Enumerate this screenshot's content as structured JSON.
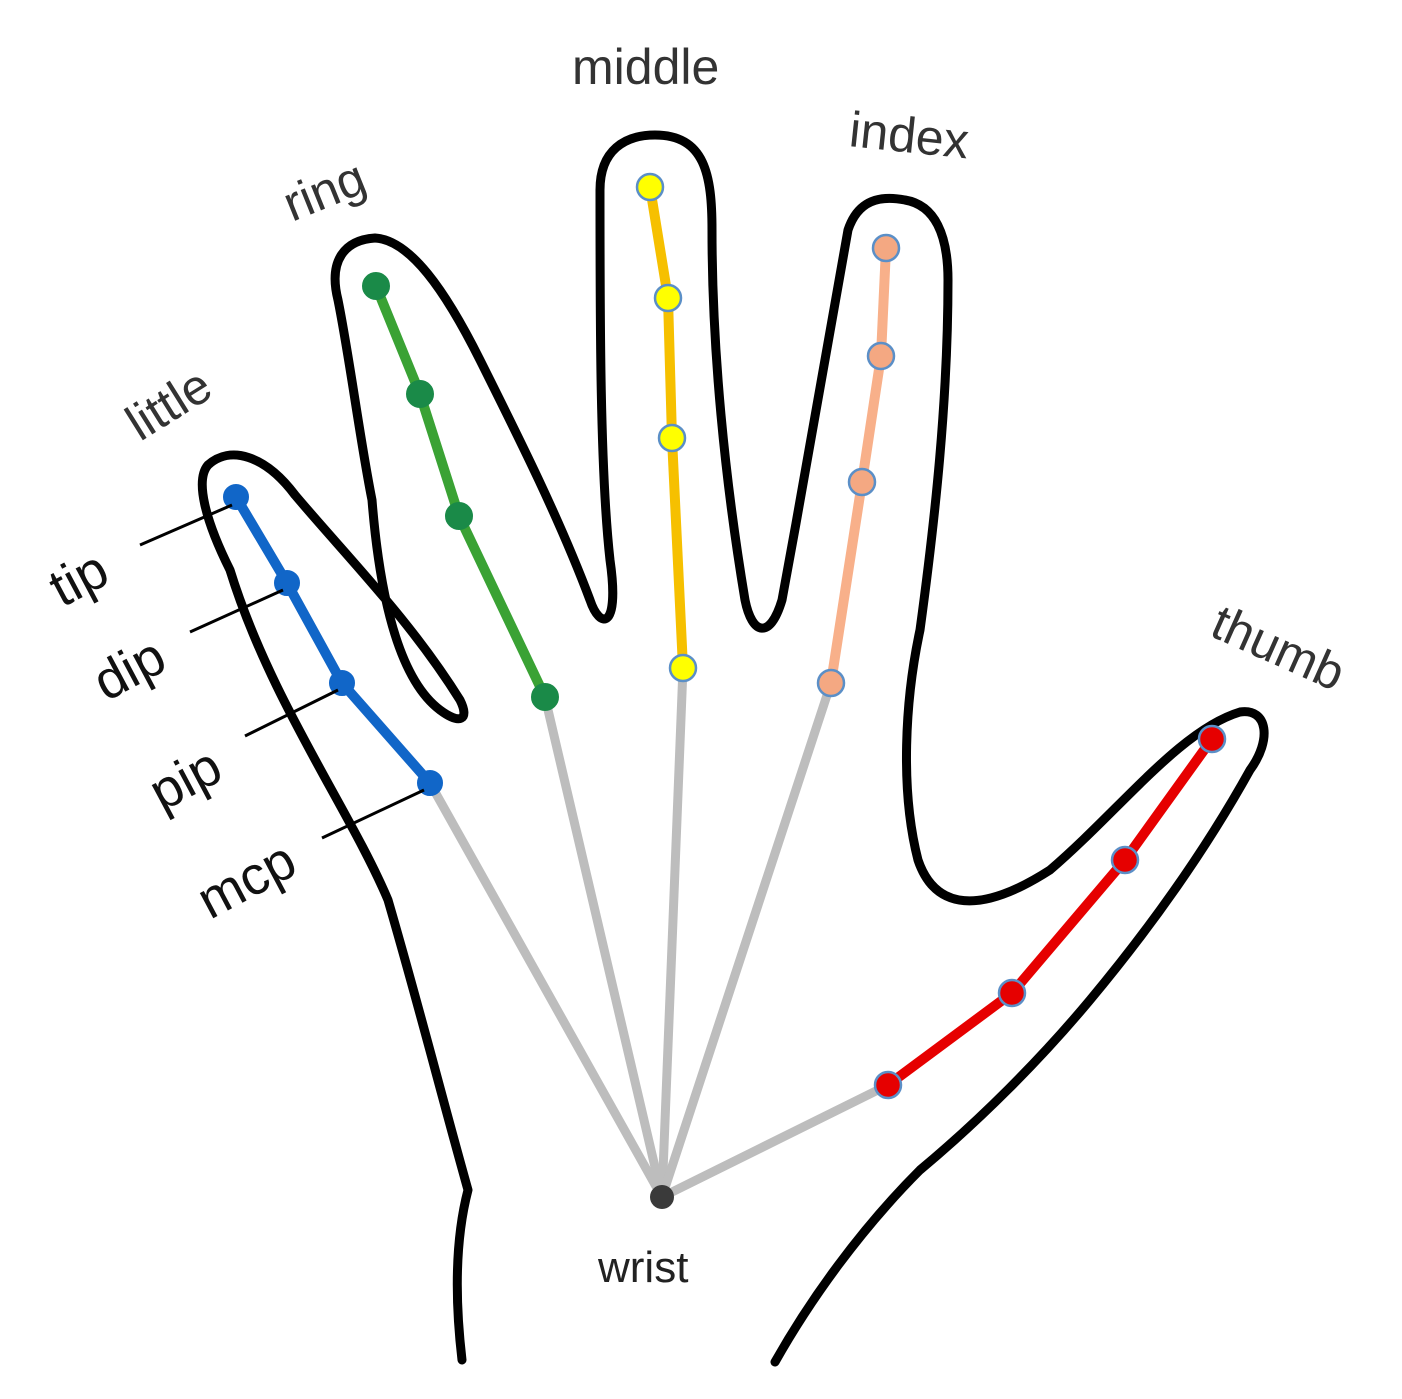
{
  "fingers": [
    {
      "label": "little",
      "color": "#1166c8"
    },
    {
      "label": "ring",
      "color": "#3aa234"
    },
    {
      "label": "middle",
      "color": "#f6c000"
    },
    {
      "label": "index",
      "color": "#f8b08a"
    },
    {
      "label": "thumb",
      "color": "#e60000"
    }
  ],
  "joints": {
    "tip": "tip",
    "dip": "dip",
    "pip": "pip",
    "mcp": "mcp"
  },
  "wrist": {
    "label": "wrist",
    "color": "#3a3a3a"
  },
  "colors": {
    "outline": "#000000",
    "connector": "#bdbdbd",
    "ring_point": "#1a8a48",
    "middle_point": "#ffff00",
    "index_point": "#f4a882",
    "point_border": "#5b8fc7"
  }
}
